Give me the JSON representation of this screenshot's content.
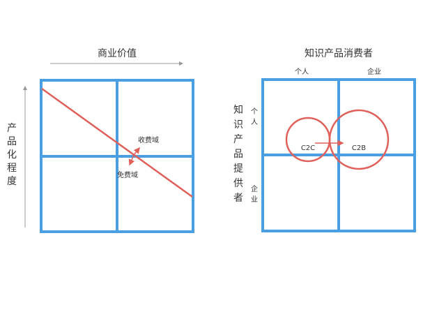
{
  "left_diagram": {
    "top_axis_label": "商业价值",
    "side_axis_label": [
      "产",
      "品",
      "化",
      "程",
      "度"
    ],
    "paid_zone_label": "收费域",
    "free_zone_label": "免费域"
  },
  "right_diagram": {
    "top_title": "知识产品消费者",
    "col_labels": [
      "个人",
      "企业"
    ],
    "side_title": [
      "知",
      "识",
      "产",
      "品",
      "提",
      "供",
      "者"
    ],
    "row_labels": [
      [
        "个",
        "人"
      ],
      [
        "企",
        "业"
      ]
    ],
    "c2c_label": "C2C",
    "c2b_label": "C2B"
  },
  "colors": {
    "grid": "#4a9fe3",
    "accent": "#e0605a",
    "axis": "#999999",
    "text": "#333333"
  }
}
